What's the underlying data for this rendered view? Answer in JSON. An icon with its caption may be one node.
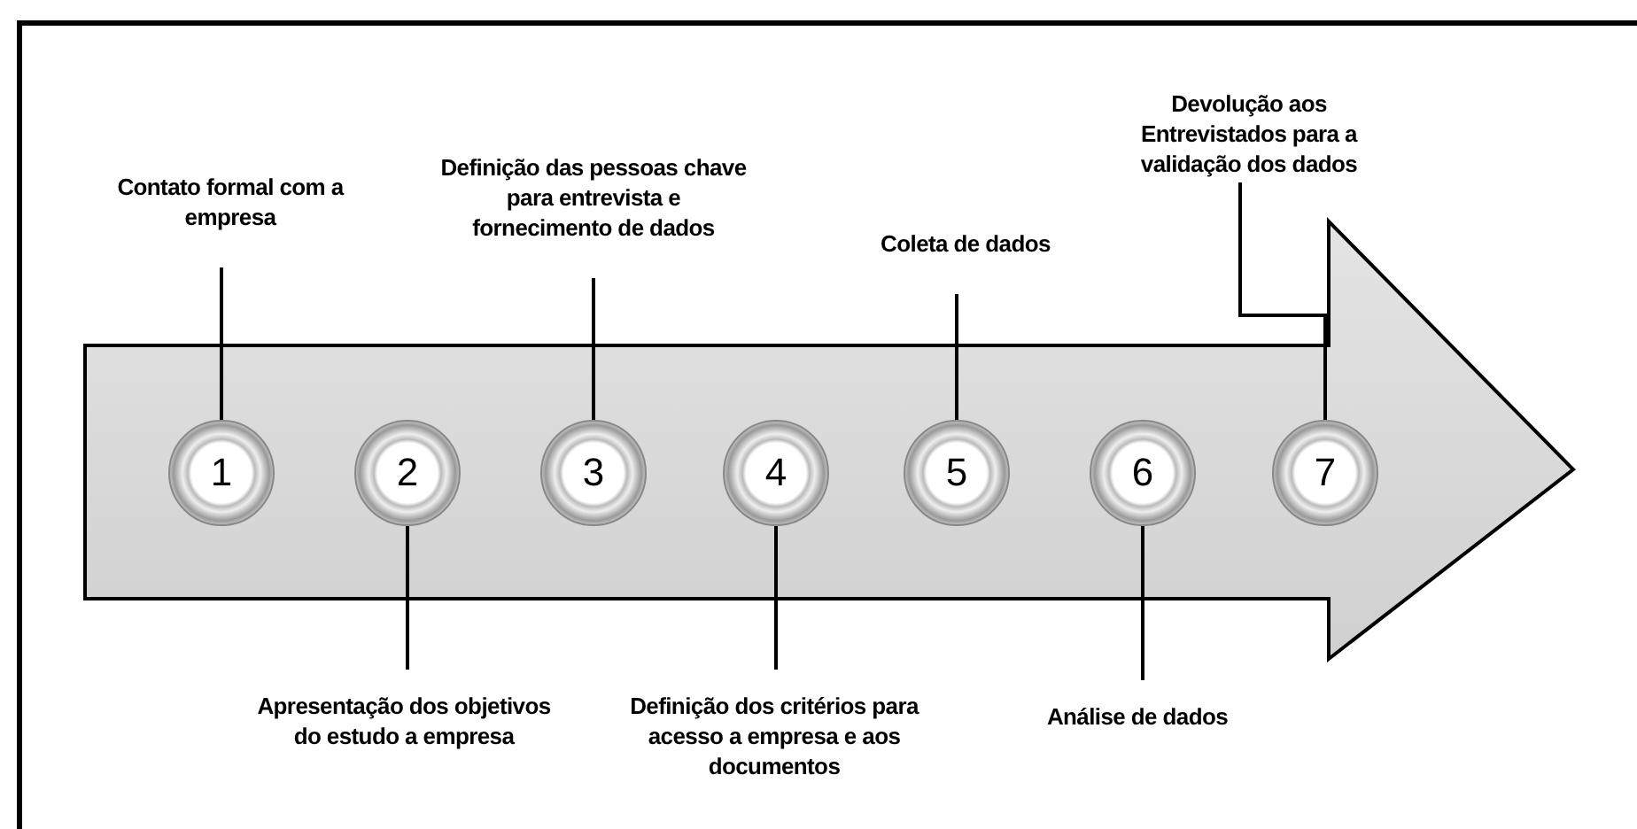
{
  "diagram": {
    "nodes": [
      {
        "text": [
          "1"
        ]
      },
      {
        "text": [
          "2"
        ]
      },
      {
        "text": [
          "3"
        ]
      },
      {
        "text": [
          "4"
        ]
      },
      {
        "text": [
          "5"
        ]
      },
      {
        "text": [
          "6"
        ]
      },
      {
        "text": [
          "7"
        ]
      },
      {
        "text": [
          "Contato formal com a empresa"
        ]
      },
      {
        "text": [
          "Apresentação dos objetivos  do estudo a empresa"
        ]
      },
      {
        "text": [
          "Definição das pessoas chave  para entrevista e fornecimento de dados"
        ]
      },
      {
        "text": [
          "Definição dos critérios para acesso  a empresa e aos documentos"
        ]
      },
      {
        "text": [
          "Coleta de dados"
        ]
      },
      {
        "text": [
          "Análise de dados"
        ]
      },
      {
        "text": [
          "Devolução aos Entrevistados  para a validação dos dados"
        ]
      }
    ],
    "edges": [
      {
        "from": 7,
        "to": 0,
        "arrow": "none"
      },
      {
        "from": 8,
        "to": 1,
        "arrow": "none"
      },
      {
        "from": 9,
        "to": 2,
        "arrow": "none"
      },
      {
        "from": 10,
        "to": 3,
        "arrow": "none"
      },
      {
        "from": 11,
        "to": 4,
        "arrow": "none"
      },
      {
        "from": 12,
        "to": 5,
        "arrow": "none"
      },
      {
        "from": 13,
        "to": 6,
        "arrow": "none"
      }
    ]
  }
}
